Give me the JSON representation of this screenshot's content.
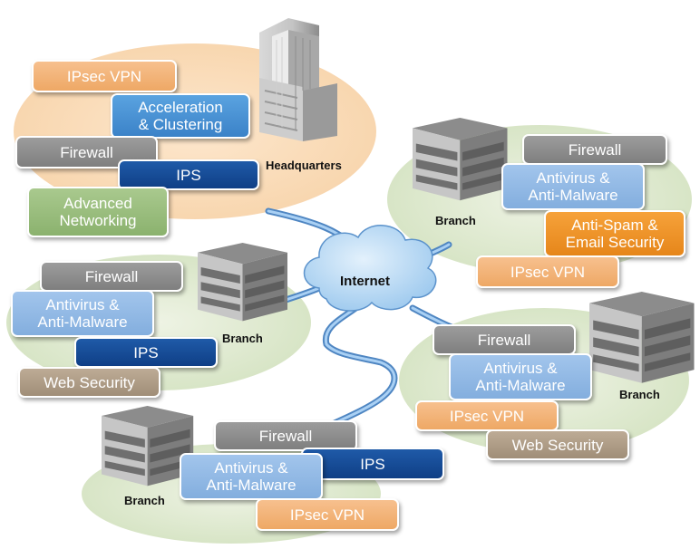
{
  "sites": {
    "headquarters": {
      "label": "Headquarters",
      "services": {
        "ipsec_vpn": "IPsec VPN",
        "acceleration": "Acceleration\n& Clustering",
        "firewall": "Firewall",
        "ips": "IPS",
        "advanced_networking": "Advanced\nNetworking"
      }
    },
    "branch_top_right": {
      "label": "Branch",
      "services": {
        "firewall": "Firewall",
        "antivirus": "Antivirus &\nAnti-Malware",
        "antispam": "Anti-Spam &\nEmail Security",
        "ipsec_vpn": "IPsec VPN"
      }
    },
    "branch_middle_left": {
      "label": "Branch",
      "services": {
        "firewall": "Firewall",
        "antivirus": "Antivirus &\nAnti-Malware",
        "ips": "IPS",
        "web_security": "Web Security"
      }
    },
    "branch_middle_right": {
      "label": "Branch",
      "services": {
        "firewall": "Firewall",
        "antivirus": "Antivirus &\nAnti-Malware",
        "ipsec_vpn": "IPsec VPN",
        "web_security": "Web Security"
      }
    },
    "branch_bottom": {
      "label": "Branch",
      "services": {
        "firewall": "Firewall",
        "ips": "IPS",
        "antivirus": "Antivirus &\nAnti-Malware",
        "ipsec_vpn": "IPsec VPN"
      }
    }
  },
  "internet": {
    "label": "Internet"
  },
  "colors": {
    "vpn": "#eea865",
    "acceleration": "#3b82c8",
    "firewall": "#8a8a8a",
    "ips": "#123f86",
    "networking": "#8bb26e",
    "antivirus": "#83aede",
    "antispam": "#e6861a",
    "web_security": "#a08e78",
    "hq_ellipse": "#f9dcb9",
    "branch_ellipse": "#dfe9d0",
    "pipe": "#7eb0e2"
  }
}
